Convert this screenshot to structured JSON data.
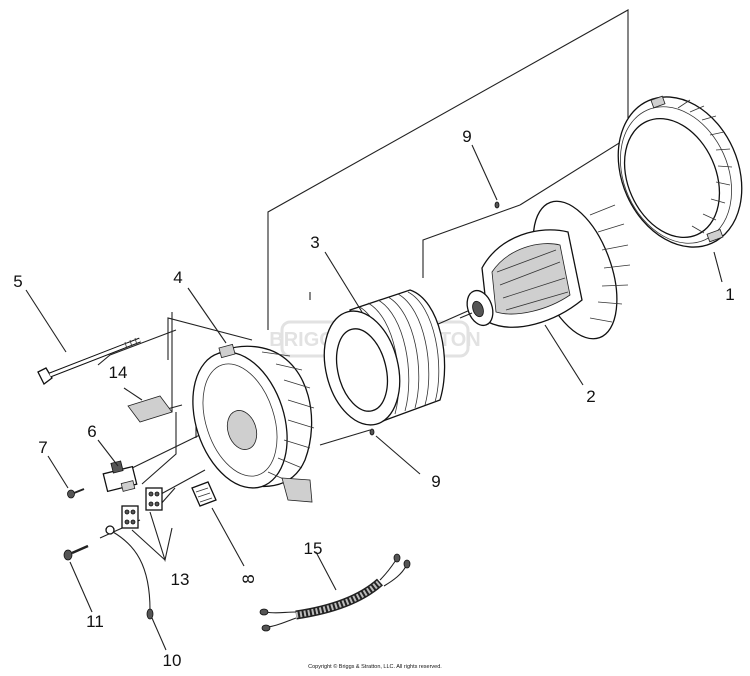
{
  "watermark": "BRIGGS & STRATTON",
  "copyright": "Copyright © Briggs & Stratton, LLC. All rights reserved.",
  "callouts": [
    {
      "id": "1",
      "label": "1"
    },
    {
      "id": "2",
      "label": "2"
    },
    {
      "id": "3",
      "label": "3"
    },
    {
      "id": "4",
      "label": "4"
    },
    {
      "id": "5",
      "label": "5"
    },
    {
      "id": "6",
      "label": "6"
    },
    {
      "id": "7",
      "label": "7"
    },
    {
      "id": "8",
      "label": "8"
    },
    {
      "id": "9a",
      "label": "9"
    },
    {
      "id": "9b",
      "label": "9"
    },
    {
      "id": "10",
      "label": "10"
    },
    {
      "id": "11",
      "label": "11"
    },
    {
      "id": "13",
      "label": "13"
    },
    {
      "id": "14",
      "label": "14"
    },
    {
      "id": "15",
      "label": "15"
    }
  ]
}
